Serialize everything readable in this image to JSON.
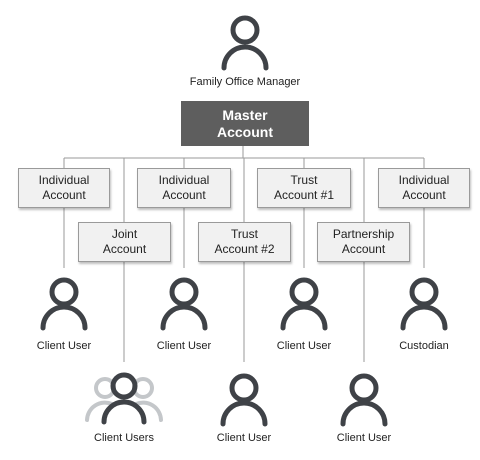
{
  "top": {
    "manager_label": "Family Office Manager"
  },
  "master": {
    "line1": "Master",
    "line2": "Account"
  },
  "accounts_row1": [
    {
      "line1": "Individual",
      "line2": "Account"
    },
    {
      "line1": "Individual",
      "line2": "Account"
    },
    {
      "line1": "Trust",
      "line2": "Account #1"
    },
    {
      "line1": "Individual",
      "line2": "Account"
    }
  ],
  "accounts_row2": [
    {
      "line1": "Joint",
      "line2": "Account"
    },
    {
      "line1": "Trust",
      "line2": "Account #2"
    },
    {
      "line1": "Partnership",
      "line2": "Account"
    }
  ],
  "users_row1": [
    "Client User",
    "Client User",
    "Client User",
    "Custodian"
  ],
  "users_row2": [
    "Client Users",
    "Client User",
    "Client User"
  ],
  "colors": {
    "master_fill": "#5e5e5e",
    "box_fill": "#f1f1f1",
    "box_border": "#9a9a9a",
    "line": "#9a9a9a",
    "icon": "#3f4247",
    "icon_faded": "#c4c7ca"
  },
  "icons": {
    "person": "person-icon",
    "group": "group-person-icon"
  }
}
